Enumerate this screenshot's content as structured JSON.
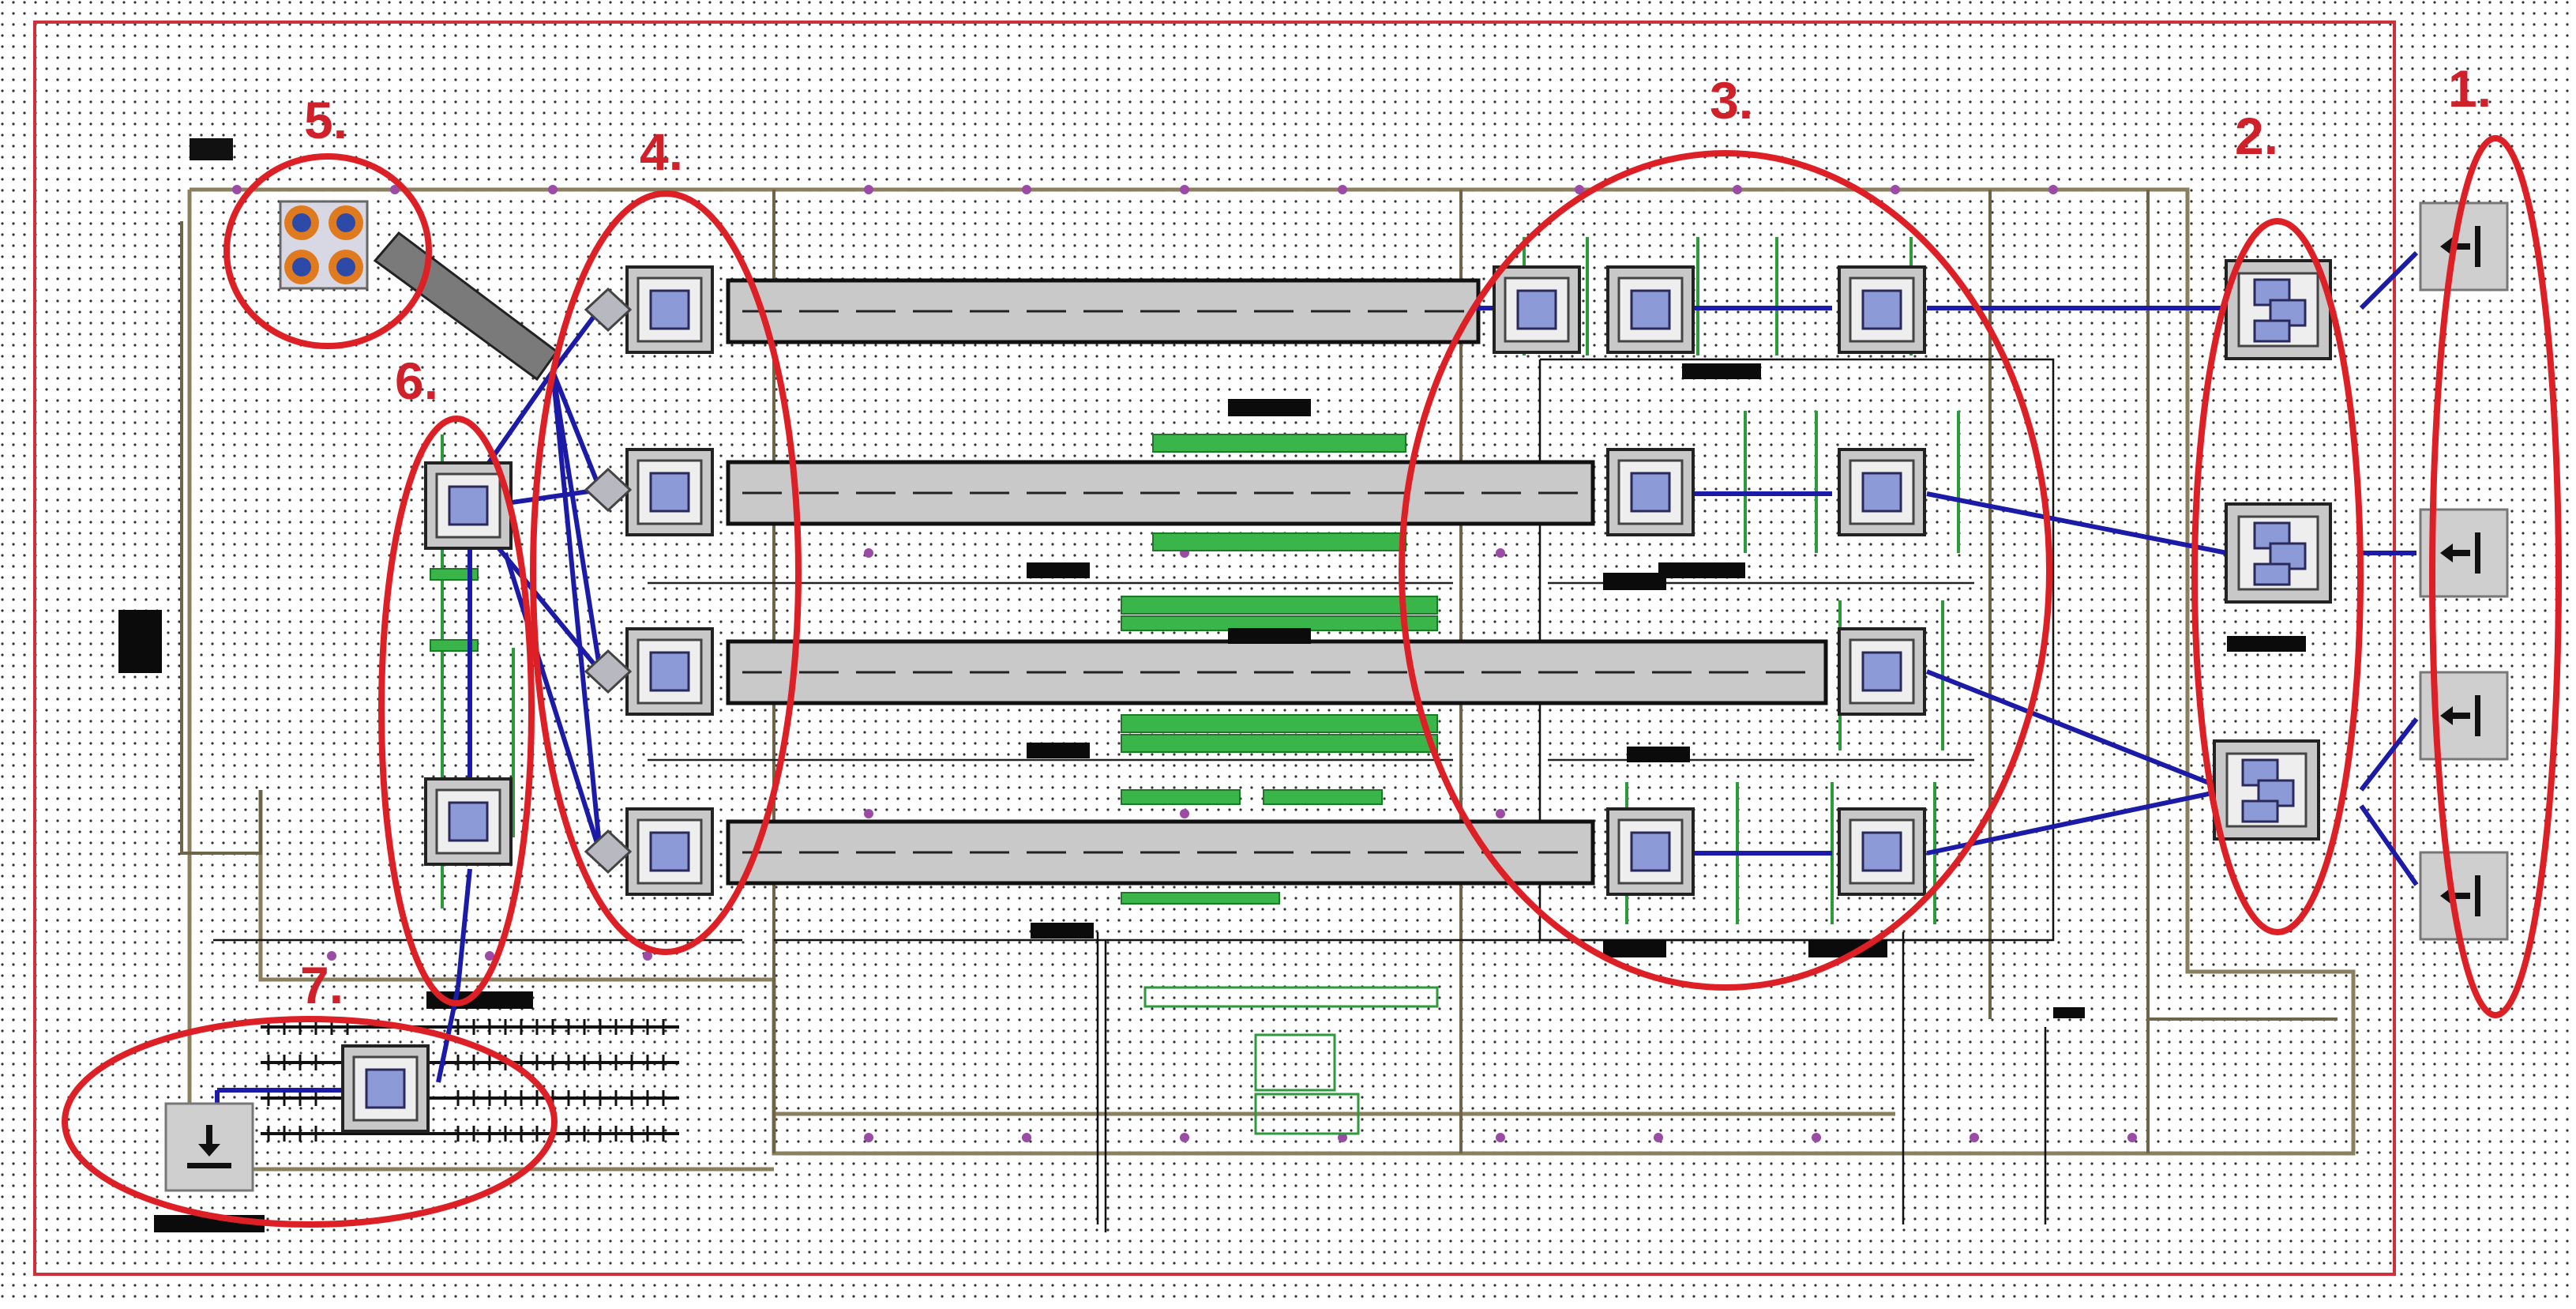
{
  "zones": [
    {
      "id": "zone-1",
      "label": "1."
    },
    {
      "id": "zone-2",
      "label": "2."
    },
    {
      "id": "zone-3",
      "label": "3."
    },
    {
      "id": "zone-4",
      "label": "4."
    },
    {
      "id": "zone-5",
      "label": "5."
    },
    {
      "id": "zone-6",
      "label": "6."
    },
    {
      "id": "zone-7",
      "label": "7."
    }
  ],
  "colors": {
    "annotation": "#dd1f26",
    "flow": "#1b1ba8",
    "conveyor": "#c9c9c9",
    "machine_core": "#8d9ad8",
    "equipment_green": "#39b54a",
    "wall": "#8a8060"
  },
  "icons": {
    "input": "arrow-left-to-bar-icon",
    "output": "arrow-down-to-bar-icon",
    "machine": "machine-block-icon",
    "sorter": "sorter-block-icon"
  }
}
